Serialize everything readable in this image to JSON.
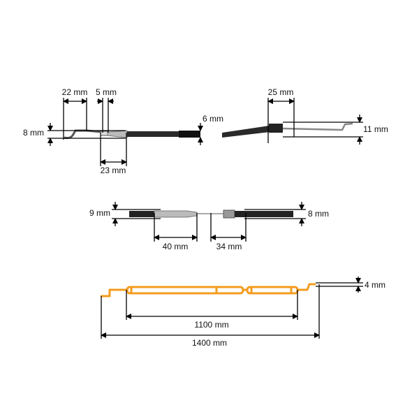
{
  "diagram": {
    "top_left_end": {
      "height_label": "8 mm",
      "hook_length_label": "22 mm",
      "slot_label": "5 mm",
      "sleeve_label": "23 mm",
      "cable_diameter_label": "6 mm"
    },
    "top_right_end": {
      "ferrule_label": "25 mm",
      "hook_height_label": "11 mm"
    },
    "middle_section": {
      "left_diameter_label": "9 mm",
      "right_diameter_label": "8 mm",
      "left_ferrule_label": "40 mm",
      "right_ferrule_label": "34 mm"
    },
    "overall": {
      "sheath_length_label": "1100 mm",
      "total_length_label": "1400 mm",
      "wire_diameter_label": "4 mm",
      "highlight_color": "#F39C1E"
    }
  }
}
